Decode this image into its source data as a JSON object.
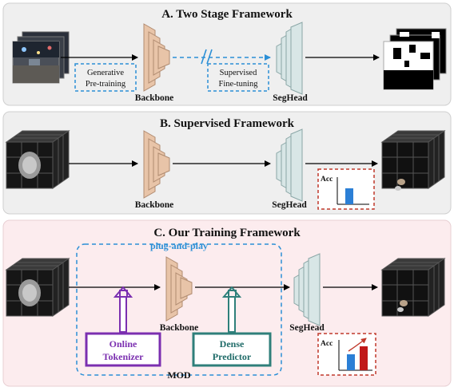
{
  "panels": {
    "a": {
      "title": "A. Two Stage Framework",
      "pretrain_line1": "Generative",
      "pretrain_line2": "Pre-training",
      "finetune_line1": "Supervised",
      "finetune_line2": "Fine-tuning",
      "backbone": "Backbone",
      "seghead": "SegHead"
    },
    "b": {
      "title": "B. Supervised Framework",
      "backbone": "Backbone",
      "seghead": "SegHead",
      "acc": "Acc"
    },
    "c": {
      "title": "C. Our Training Framework",
      "plug_and_play": "plug-and-play",
      "backbone": "Backbone",
      "seghead": "SegHead",
      "online_line1": "Online",
      "online_line2": "Tokenizer",
      "dense_line1": "Dense",
      "dense_line2": "Predictor",
      "mod": "MOD",
      "acc": "Acc"
    }
  },
  "colors": {
    "backbone": "#e8c4a8",
    "seghead": "#d8e6e6",
    "panel_grey": "#efefef",
    "panel_pink": "#fcecee",
    "dashed_blue": "#2b8fd6",
    "acc_red": "#c0392b",
    "tokenizer_purple": "#7b2fb0",
    "predictor_teal": "#2f7f7a",
    "bar_blue": "#2b7fd6",
    "bar_red": "#c01818"
  },
  "icons": {
    "volume": "cube-grid-icon",
    "acc_chart": "bar-chart-icon"
  }
}
